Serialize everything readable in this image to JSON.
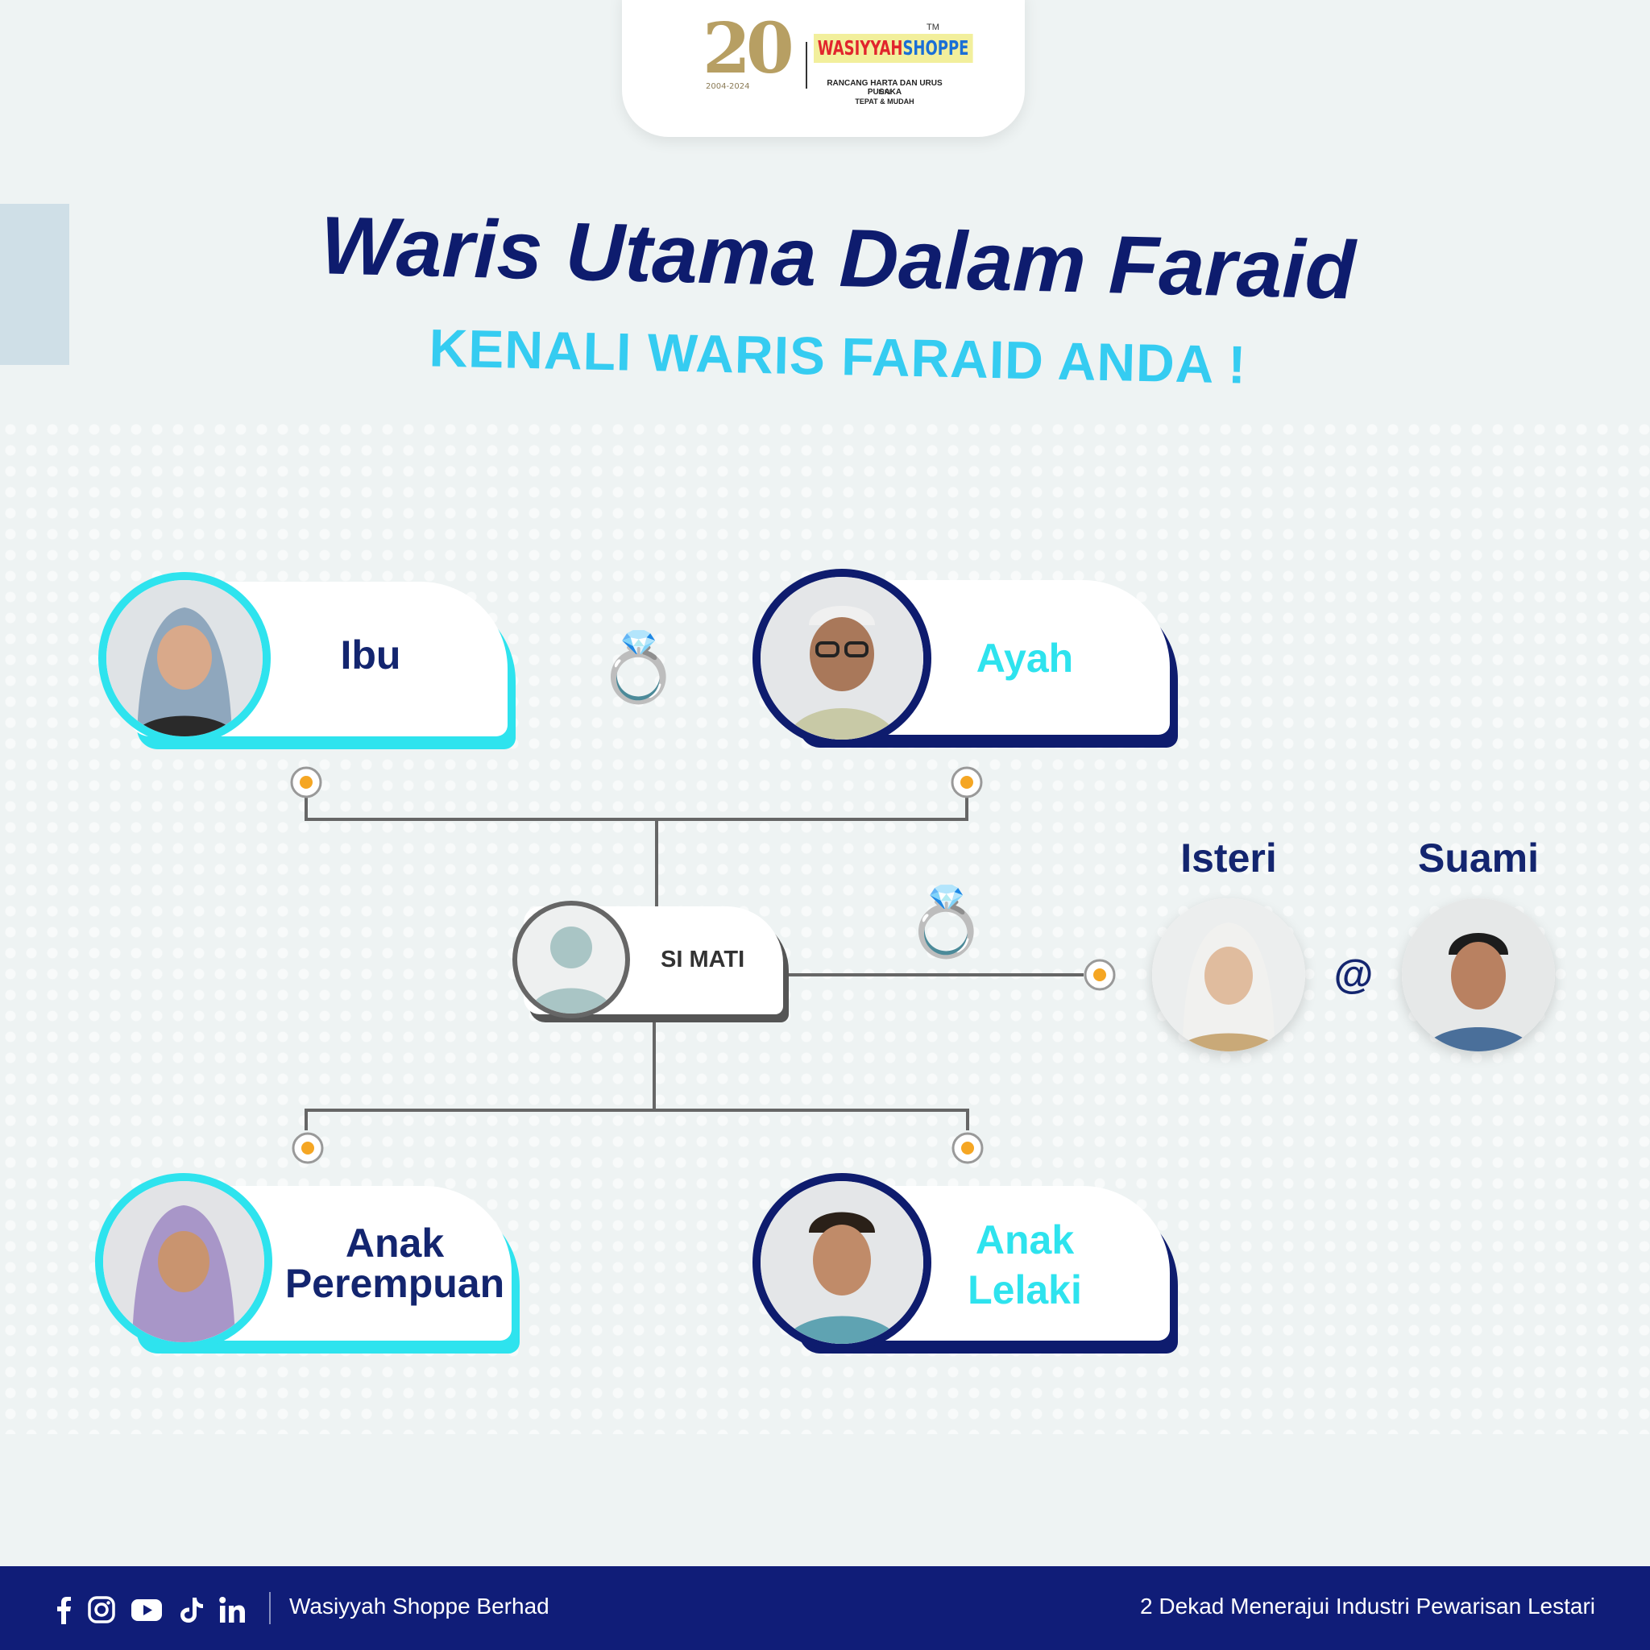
{
  "logo": {
    "anniversary": "20",
    "anniversary_years": "2004-2024",
    "brand_part1": "WASIYYAH",
    "brand_part2": "SHOPPE",
    "trademark": "TM",
    "tagline_1": "RANCANG HARTA DAN URUS PUSAKA",
    "tagline_2": "KINI",
    "tagline_3": "TEPAT & MUDAH"
  },
  "title": "Waris Utama Dalam Faraid",
  "subtitle": "KENALI WARIS FARAID ANDA !",
  "colors": {
    "navy": "#0e1c6e",
    "cyan": "#2ee3ee",
    "title_blue": "#0e1c6e",
    "subtitle_blue": "#35ccf1",
    "node_orange": "#f5a623"
  },
  "nodes": {
    "mother": "Ibu",
    "father": "Ayah",
    "deceased": "SI MATI",
    "wife": "Isteri",
    "husband": "Suami",
    "or_symbol": "@",
    "daughter_line1": "Anak",
    "daughter_line2": "Perempuan",
    "son_line1": "Anak",
    "son_line2": "Lelaki"
  },
  "icons": [
    "wedding-rings-icon",
    "facebook-icon",
    "instagram-icon",
    "youtube-icon",
    "tiktok-icon",
    "linkedin-icon"
  ],
  "footer": {
    "company": "Wasiyyah Shoppe Berhad",
    "tagline": "2 Dekad Menerajui Industri Pewarisan Lestari"
  }
}
